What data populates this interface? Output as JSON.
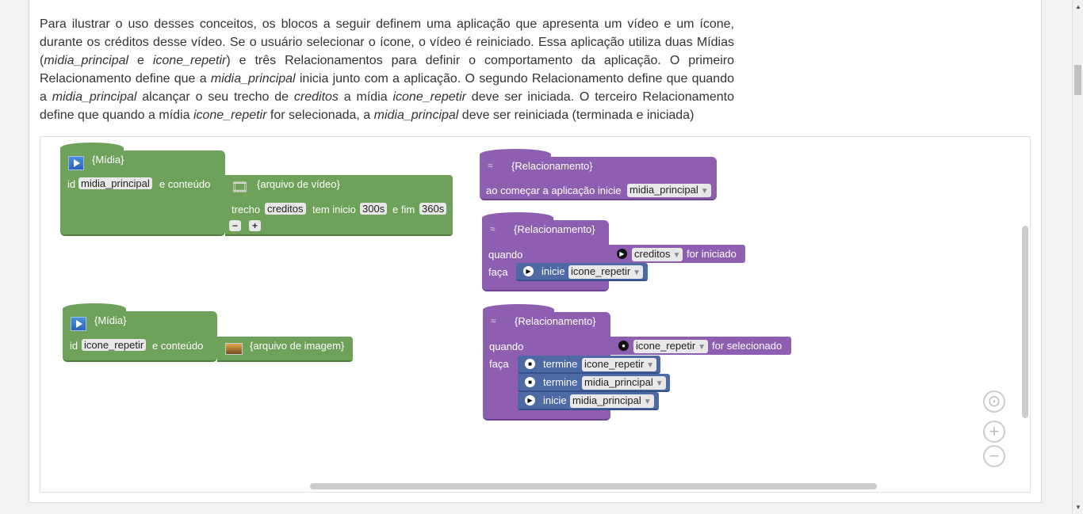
{
  "paragraph": {
    "s1": " Para ilustrar o uso desses conceitos, os blocos a seguir definem uma aplicação que apresenta um vídeo e um ícone, durante os créditos desse vídeo. Se o usuário selecionar o ícone, o vídeo é reiniciado. Essa aplicação utiliza duas Mídias (",
    "e1": "midia_principal",
    "s2": " e ",
    "e2": "icone_repetir",
    "s3": ") e três Relacionamentos para definir o comportamento da aplicação. O primeiro Relacionamento define que a ",
    "e3": "midia_principal",
    "s4": " inicia junto com a aplicação. O segundo Relacionamento define que quando a ",
    "e4": "midia_principal",
    "s5": " alcançar o seu trecho de ",
    "e5": "creditos",
    "s6": " a mídia ",
    "e6": "icone_repetir",
    "s7": " deve ser iniciada. O terceiro Relacionamento define que quando a mídia ",
    "e7": "icone_repetir",
    "s8": " for selecionada, a ",
    "e8": "midia_principal",
    "s9": " deve ser reiniciada (terminada e iniciada)"
  },
  "media1": {
    "title": "{Mídia}",
    "id_label": "id",
    "id_value": "midia_principal",
    "content_label": "e conteúdo",
    "file_title": "{arquivo de vídeo}",
    "segment_label": "trecho",
    "segment_name": "creditos",
    "start_label": "tem inicio",
    "start_value": "300s",
    "end_label": "e fim",
    "end_value": "360s",
    "minus": "−",
    "plus": "+"
  },
  "media2": {
    "title": "{Mídia}",
    "id_label": "id",
    "id_value": "icone_repetir",
    "content_label": "e conteúdo",
    "file_title": "{arquivo de imagem}"
  },
  "rel1": {
    "title": "{Relacionamento}",
    "text": "ao começar a aplicação inicie",
    "target": "midia_principal"
  },
  "rel2": {
    "title": "{Relacionamento}",
    "when_label": "quando",
    "do_label": "faça",
    "cond_value": "creditos",
    "cond_text": "for iniciado",
    "action_label": "inicie",
    "action_value": "icone_repetir"
  },
  "rel3": {
    "title": "{Relacionamento}",
    "when_label": "quando",
    "do_label": "faça",
    "cond_value": "icone_repetir",
    "cond_text": "for selecionado",
    "a1_label": "termine",
    "a1_value": "icone_repetir",
    "a2_label": "termine",
    "a2_value": "midia_principal",
    "a3_label": "inicie",
    "a3_value": "midia_principal"
  },
  "controls": {
    "center_icon": "⊙",
    "zoom_in": "+",
    "zoom_out": "−",
    "dropdown_arrow": "▼"
  },
  "colors": {
    "media_block": "#6ea15a",
    "relation_block": "#8e5fb0",
    "action_block": "#4e6aa5"
  }
}
